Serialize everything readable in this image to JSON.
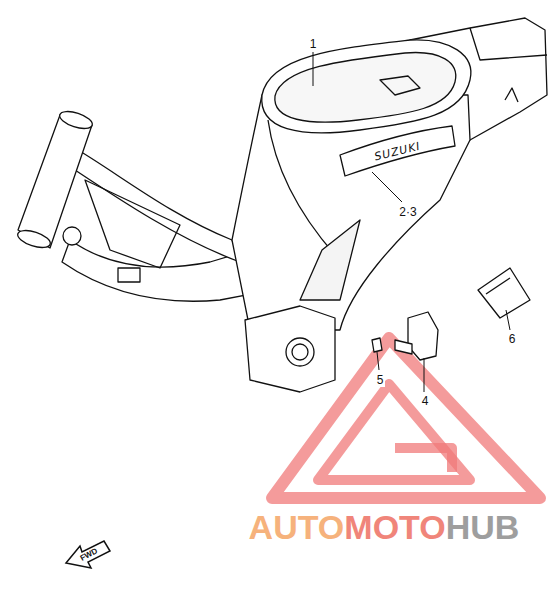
{
  "diagram": {
    "labels": [
      "1",
      "2·3",
      "SUZUKI",
      "4",
      "5",
      "6",
      "FWD",
      "AUTO",
      "MOTO",
      "HUB"
    ]
  }
}
